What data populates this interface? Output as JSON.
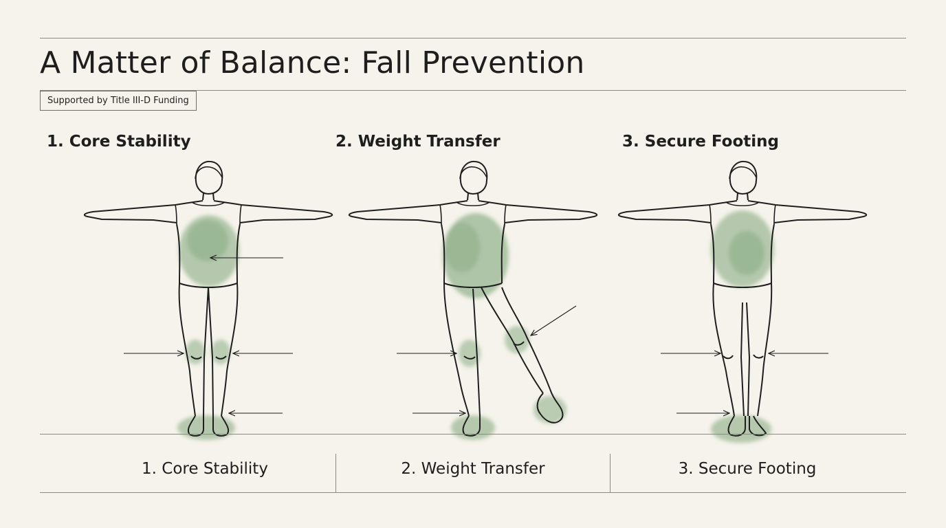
{
  "header": {
    "title": "A Matter of Balance: Fall Prevention",
    "badge": "Supported by Title III-D Funding"
  },
  "panels": [
    {
      "label": "1. Core Stability",
      "highlights": [
        "torso",
        "knees",
        "feet"
      ]
    },
    {
      "label": "2. Weight Transfer",
      "highlights": [
        "torso",
        "knees",
        "lifted-foot",
        "standing-foot"
      ]
    },
    {
      "label": "3. Secure Footing",
      "highlights": [
        "torso",
        "feet"
      ]
    }
  ],
  "footer": {
    "items": [
      "1. Core Stability",
      "2. Weight Transfer",
      "3. Secure Footing"
    ]
  },
  "colors": {
    "background": "#f5f3eb",
    "highlight": "#7fa57a",
    "line": "#1e1e1e",
    "rule": "#8a8a85"
  }
}
